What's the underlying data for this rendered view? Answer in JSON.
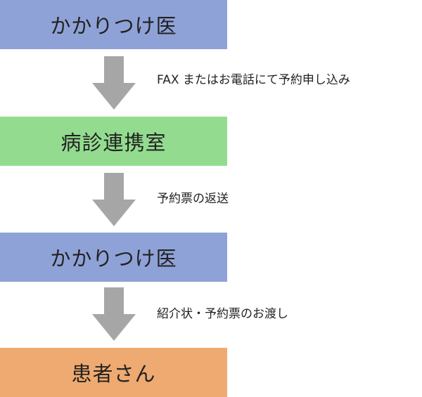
{
  "colors": {
    "doctor_box": "#8fa2d7",
    "coordination_box": "#93dc8f",
    "patient_box": "#eeaa70",
    "arrow": "#a6a6a6"
  },
  "steps": [
    {
      "label": "かかりつけ医",
      "color_key": "doctor_box"
    },
    {
      "label": "病診連携室",
      "color_key": "coordination_box"
    },
    {
      "label": "かかりつけ医",
      "color_key": "doctor_box"
    },
    {
      "label": "患者さん",
      "color_key": "patient_box"
    }
  ],
  "transitions": [
    {
      "label": "FAX またはお電話にて予約申し込み"
    },
    {
      "label": "予約票の返送"
    },
    {
      "label": "紹介状・予約票のお渡し"
    }
  ]
}
